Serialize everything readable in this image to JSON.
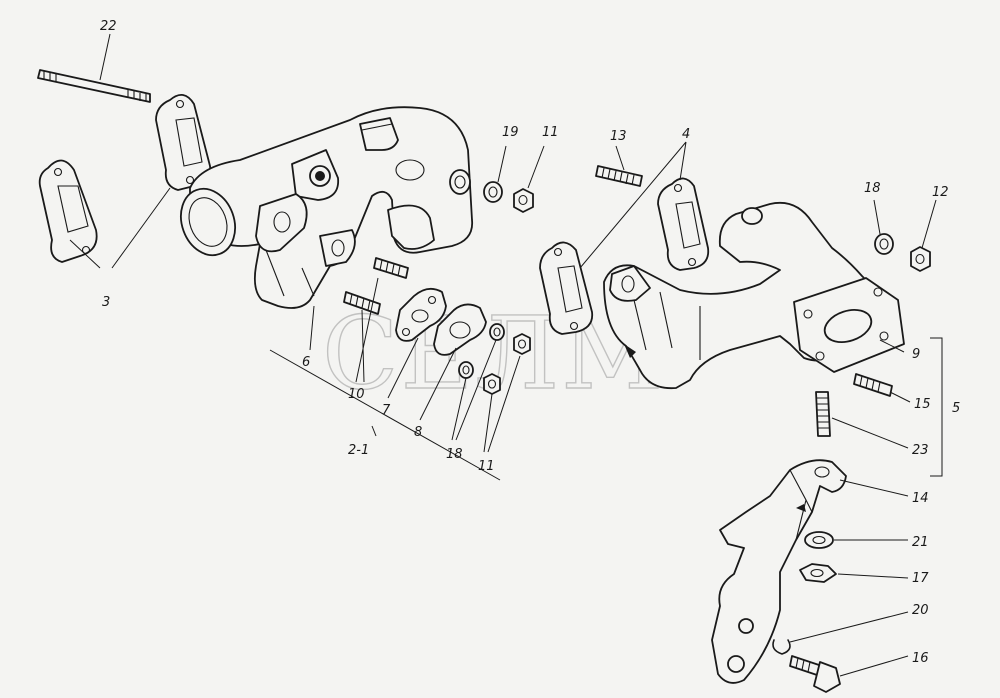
{
  "watermark": "СЕЛМ",
  "labels": {
    "l22": "22",
    "l3": "3",
    "l19": "19",
    "l11a": "11",
    "l13": "13",
    "l4": "4",
    "l18a": "18",
    "l12": "12",
    "l6": "6",
    "l10": "10",
    "l7": "7",
    "l8": "8",
    "l18b": "18",
    "l11b": "11",
    "l2_1": "2-1",
    "l9": "9",
    "l15": "15",
    "l5": "5",
    "l23": "23",
    "l14": "14",
    "l21": "21",
    "l17": "17",
    "l20": "20",
    "l16": "16"
  }
}
